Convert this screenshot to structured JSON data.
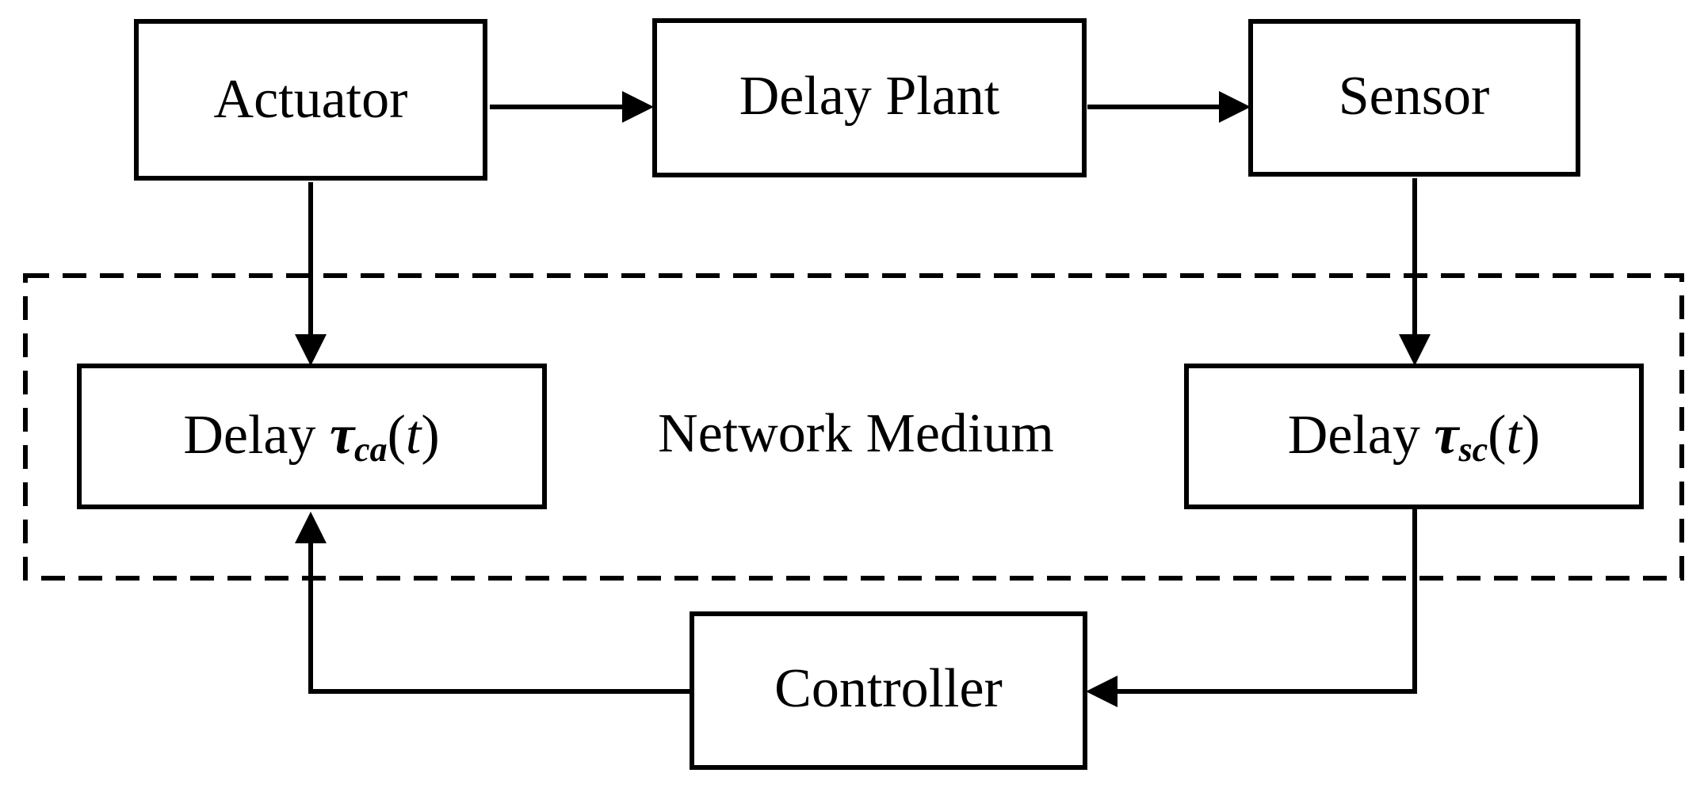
{
  "blocks": {
    "actuator": "Actuator",
    "delay_plant": "Delay Plant",
    "sensor": "Sensor",
    "controller": "Controller",
    "delay_ca": {
      "prefix": "Delay",
      "symbol": "τ",
      "subscript": "ca",
      "open": "(",
      "arg": "t",
      "close": ")"
    },
    "delay_sc": {
      "prefix": "Delay",
      "symbol": "τ",
      "subscript": "sc",
      "open": "(",
      "arg": "t",
      "close": ")"
    }
  },
  "region_label": "Network Medium"
}
